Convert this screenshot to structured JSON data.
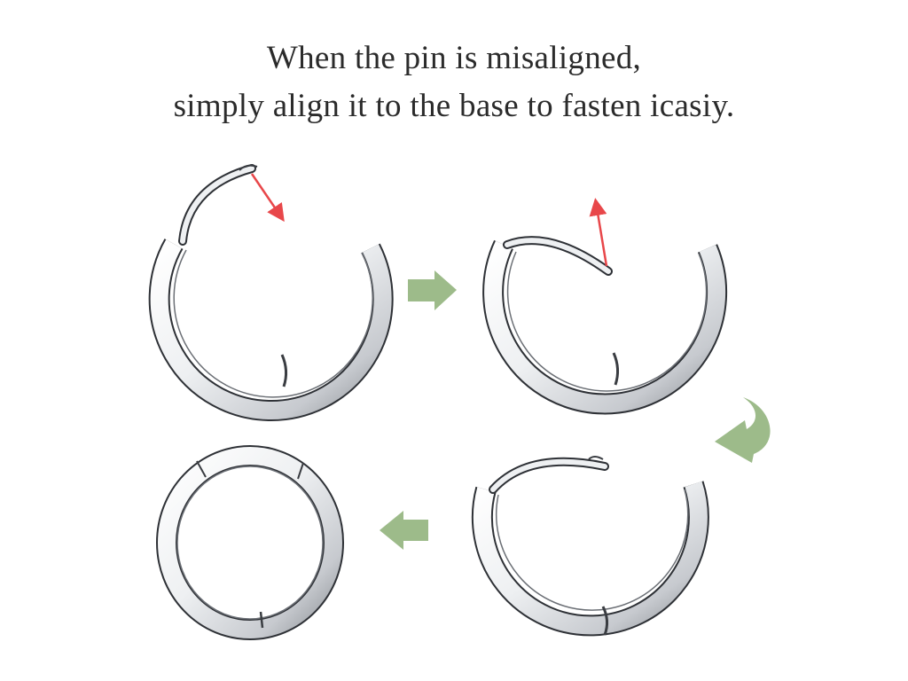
{
  "caption": {
    "line1": "When the pin is misaligned,",
    "line2": "simply align it to the base to fasten icasiy."
  },
  "colors": {
    "background": "#ffffff",
    "text": "#2b2b2b",
    "flow_arrow": "#9dbb8a",
    "direction_arrow": "#e8474a",
    "metal_light": "#f4f5f6",
    "metal_mid": "#c9ccd0",
    "metal_dark": "#3a3d42"
  },
  "steps": [
    {
      "index": 1,
      "name": "pin-lifted",
      "description": "Hoop with hinged pin swung open upward; red arrow points down-right"
    },
    {
      "index": 2,
      "name": "pin-misaligned",
      "description": "Pin lowered but misaligned; red arrow points upward"
    },
    {
      "index": 3,
      "name": "pin-aligned",
      "description": "Pin aligned above the base, ready to fasten"
    },
    {
      "index": 4,
      "name": "closed",
      "description": "Hoop fully closed"
    }
  ],
  "flow_arrows": [
    {
      "from": 1,
      "to": 2,
      "direction": "right"
    },
    {
      "from": 2,
      "to": 3,
      "direction": "curved-down-left"
    },
    {
      "from": 3,
      "to": 4,
      "direction": "left"
    }
  ]
}
